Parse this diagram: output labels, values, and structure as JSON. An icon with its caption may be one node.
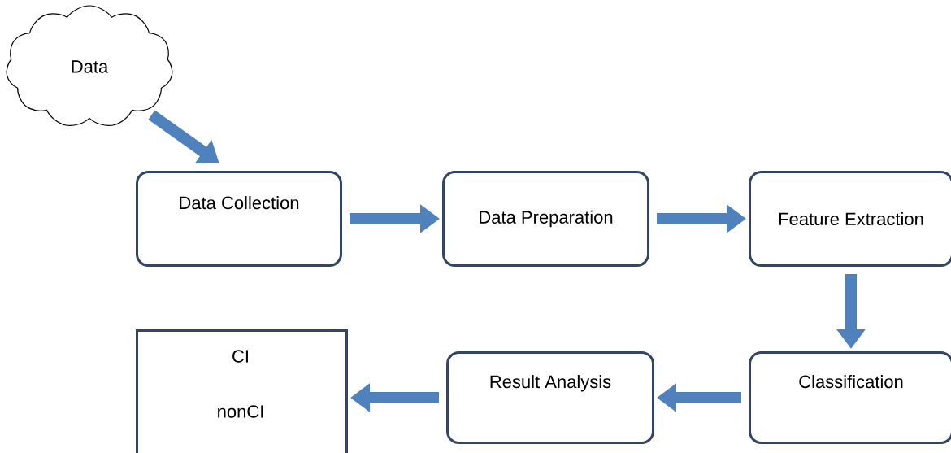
{
  "diagram": {
    "nodes": [
      {
        "text": [
          "Data"
        ]
      },
      {
        "text": [
          "Data Collection"
        ]
      },
      {
        "text": [
          "Data Preparation"
        ]
      },
      {
        "text": [
          "Feature Extraction"
        ]
      },
      {
        "text": [
          "Classification"
        ]
      },
      {
        "text": [
          "Result Analysis"
        ]
      },
      {
        "text": [
          "CI",
          "nonCI"
        ]
      }
    ],
    "edges": [
      {
        "from": 0,
        "to": 1,
        "arrow": "to"
      },
      {
        "from": 1,
        "to": 2,
        "arrow": "to"
      },
      {
        "from": 2,
        "to": 3,
        "arrow": "to"
      },
      {
        "from": 3,
        "to": 4,
        "arrow": "to"
      },
      {
        "from": 4,
        "to": 5,
        "arrow": "to"
      },
      {
        "from": 5,
        "to": 6,
        "arrow": "to"
      }
    ]
  }
}
